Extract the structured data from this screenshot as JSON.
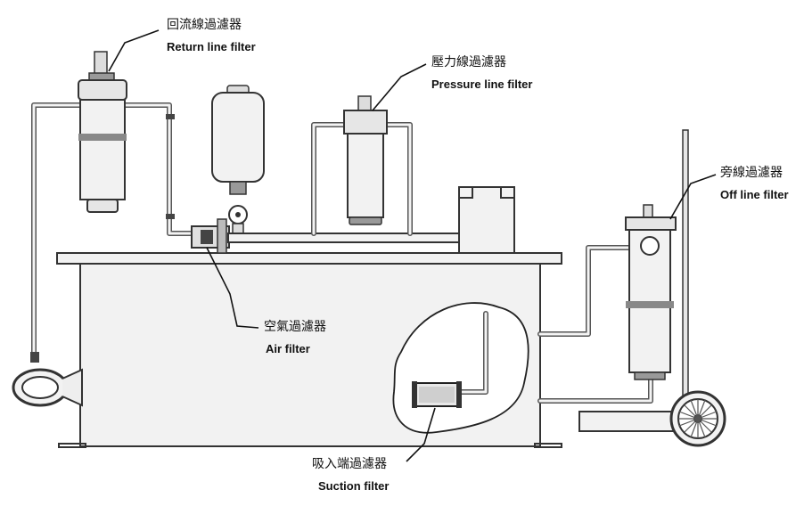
{
  "labels": {
    "return_line": {
      "zh": "回流線過濾器",
      "en": "Return line filter"
    },
    "pressure_line": {
      "zh": "壓力線過濾器",
      "en": "Pressure line filter"
    },
    "off_line": {
      "zh": "旁線過濾器",
      "en": "Off line filter"
    },
    "air": {
      "zh": "空氣過濾器",
      "en": "Air filter"
    },
    "suction": {
      "zh": "吸入端過濾器",
      "en": "Suction filter"
    }
  }
}
